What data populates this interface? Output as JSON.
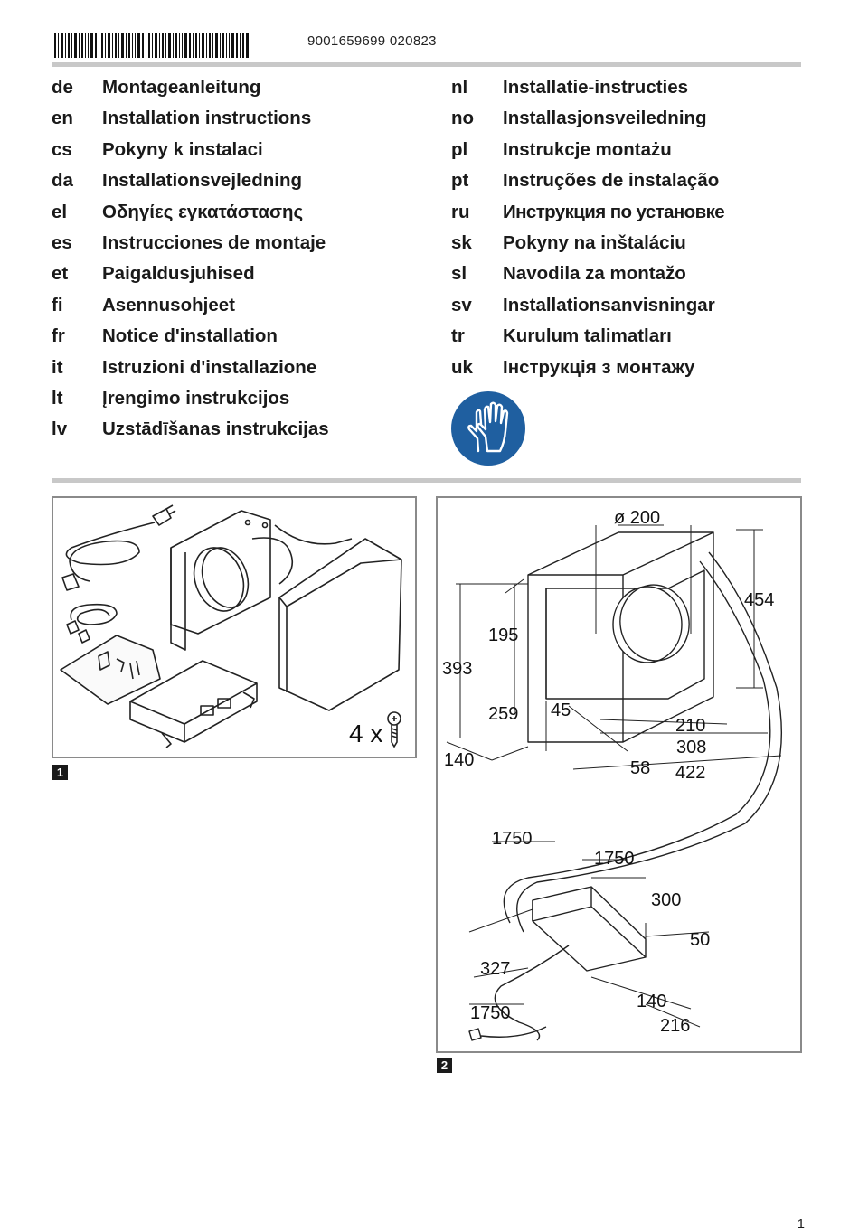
{
  "header": {
    "document_code": "9001659699 020823"
  },
  "languages_left": [
    {
      "code": "de",
      "title": "Montageanleitung"
    },
    {
      "code": "en",
      "title": "Installation instructions"
    },
    {
      "code": "cs",
      "title": "Pokyny k instalaci"
    },
    {
      "code": "da",
      "title": "Installationsvejledning"
    },
    {
      "code": "el",
      "title": "Οδηγίες εγκατάστασης"
    },
    {
      "code": "es",
      "title": "Instrucciones de montaje"
    },
    {
      "code": "et",
      "title": "Paigaldusjuhised"
    },
    {
      "code": "fi",
      "title": "Asennusohjeet"
    },
    {
      "code": "fr",
      "title": "Notice d'installation"
    },
    {
      "code": "it",
      "title": "Istruzioni d'installazione"
    },
    {
      "code": "lt",
      "title": "Įrengimo instrukcijos"
    },
    {
      "code": "lv",
      "title": "Uzstādīšanas instrukcijas"
    }
  ],
  "languages_right": [
    {
      "code": "nl",
      "title": "Installatie-instructies"
    },
    {
      "code": "no",
      "title": "Installasjonsveiledning"
    },
    {
      "code": "pl",
      "title": "Instrukcje montażu"
    },
    {
      "code": "pt",
      "title": "Instruções de instalação"
    },
    {
      "code": "ru",
      "title": "Инструкция по установке"
    },
    {
      "code": "sk",
      "title": "Pokyny na inštaláciu"
    },
    {
      "code": "sl",
      "title": "Navodila za montažo"
    },
    {
      "code": "sv",
      "title": "Installationsanvisningar"
    },
    {
      "code": "tr",
      "title": "Kurulum talimatları"
    },
    {
      "code": "uk",
      "title": "Інструкція з монтажу"
    }
  ],
  "figure1": {
    "number": "1",
    "screw_count": "4 x"
  },
  "figure2": {
    "number": "2",
    "dims": {
      "diameter": "ø 200",
      "h454": "454",
      "h195": "195",
      "h393": "393",
      "h259": "259",
      "d45": "45",
      "w210": "210",
      "w308": "308",
      "d140_top": "140",
      "d58": "58",
      "w422": "422",
      "cable1": "1750",
      "cable2": "1750",
      "l300": "300",
      "h50": "50",
      "d327": "327",
      "cable3": "1750",
      "w140": "140",
      "w216": "216"
    }
  },
  "colors": {
    "rule": "#c8c8c8",
    "panel_border": "#8a8a8a",
    "sign_blue": "#1f5fa0"
  },
  "footer": {
    "page_number": "1"
  }
}
